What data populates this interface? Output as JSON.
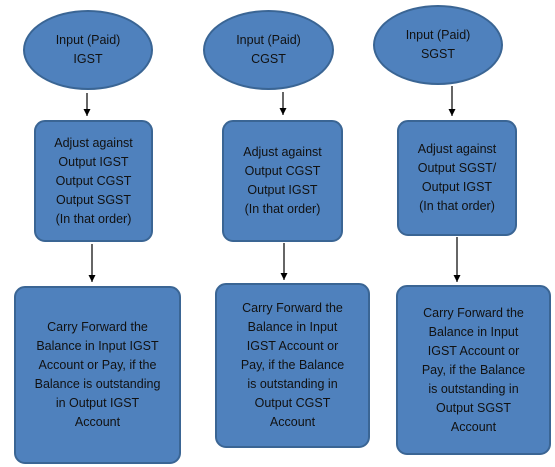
{
  "columns": [
    {
      "source": [
        "Input (Paid)",
        "IGST"
      ],
      "adjust": [
        "Adjust against",
        "Output IGST",
        "Output CGST",
        "Output SGST",
        "(In that order)"
      ],
      "carry": [
        "Carry Forward the",
        "Balance in Input IGST",
        "Account or Pay, if the",
        "Balance is outstanding",
        "in Output IGST",
        "Account"
      ]
    },
    {
      "source": [
        "Input (Paid)",
        "CGST"
      ],
      "adjust": [
        "Adjust against",
        "Output CGST",
        "Output IGST",
        "(In that order)"
      ],
      "carry": [
        "Carry Forward the",
        "Balance in Input",
        "IGST Account or",
        "Pay, if the Balance",
        "is outstanding in",
        "Output CGST",
        "Account"
      ]
    },
    {
      "source": [
        "Input (Paid)",
        "SGST"
      ],
      "adjust": [
        "Adjust against",
        "Output SGST/",
        "Output IGST",
        "(In that order)"
      ],
      "carry": [
        "Carry Forward the",
        "Balance in Input",
        "IGST Account or",
        "Pay, if the Balance",
        "is outstanding in",
        "Output SGST",
        "Account"
      ]
    }
  ],
  "colors": {
    "fill": "#4f81bd",
    "border": "#3a6594",
    "arrow": "#000000"
  }
}
